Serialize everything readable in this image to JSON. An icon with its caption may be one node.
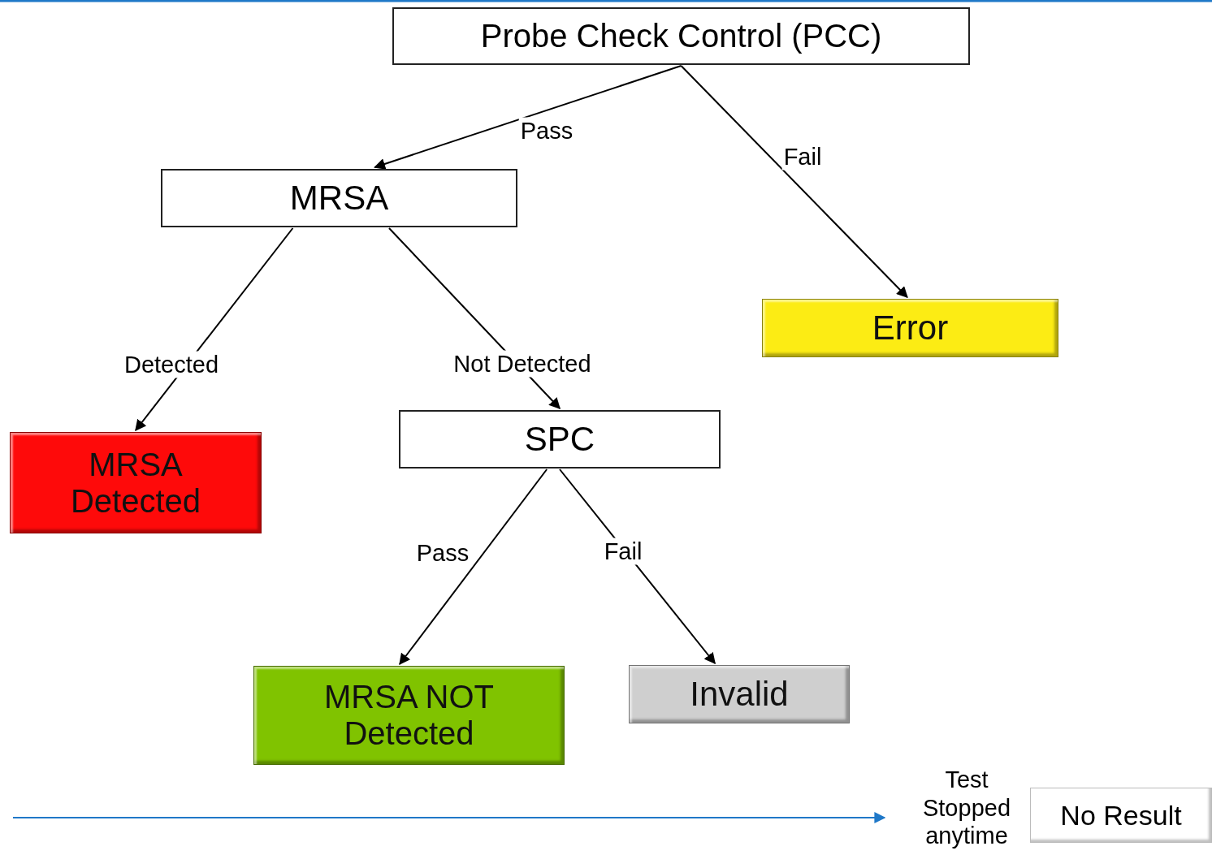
{
  "diagram": {
    "nodes": [
      {
        "text": [
          "Probe Check Control (PCC)"
        ]
      },
      {
        "text": [
          "MRSA"
        ]
      },
      {
        "text": [
          "Error"
        ]
      },
      {
        "text": [
          "MRSA Detected"
        ]
      },
      {
        "text": [
          "SPC"
        ]
      },
      {
        "text": [
          "MRSA NOT Detected"
        ]
      },
      {
        "text": [
          "Invalid"
        ]
      },
      {
        "text": [
          "Test Stopped anytime"
        ]
      },
      {
        "text": [
          "No Result"
        ]
      }
    ],
    "edges": [
      {
        "from": 0,
        "to": 1,
        "arrow": "to",
        "label": "Pass"
      },
      {
        "from": 0,
        "to": 2,
        "arrow": "to",
        "label": "Fail"
      },
      {
        "from": 1,
        "to": 3,
        "arrow": "to",
        "label": "Detected"
      },
      {
        "from": 1,
        "to": 4,
        "arrow": "to",
        "label": "Not Detected"
      },
      {
        "from": 4,
        "to": 5,
        "arrow": "to",
        "label": "Pass"
      },
      {
        "from": 4,
        "to": 6,
        "arrow": "to",
        "label": "Fail"
      },
      {
        "from": null,
        "to": 7,
        "arrow": "to",
        "color": "#1f78c8"
      }
    ]
  }
}
